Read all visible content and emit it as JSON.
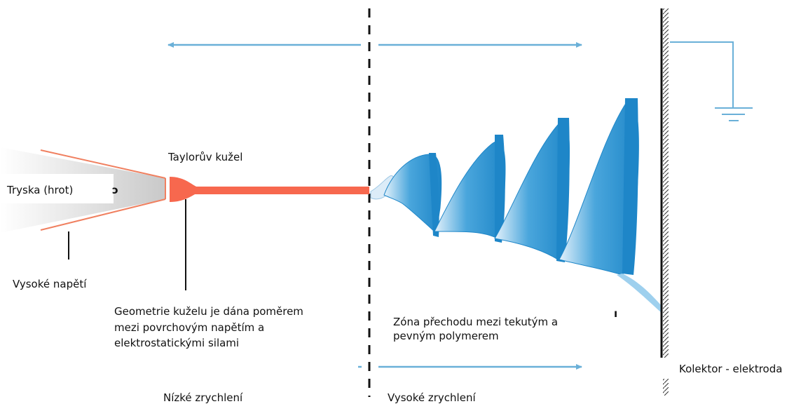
{
  "labels": {
    "nozzle": "Tryska (hrot)",
    "taylor_cone": "Taylorův kužel",
    "high_voltage": "Vysoké napětí",
    "cone_description": [
      "Geometrie kuželu je dána poměrem",
      "mezi povrchovým  napětím a",
      "elektrostatickými silami"
    ],
    "transition_zone": [
      "Zóna přechodu mezi tekutým a",
      "pevným polymerem"
    ],
    "collector": "Kolektor - elektroda",
    "low_acceleration": "Nízké zrychlení",
    "high_acceleration": "Vysoké zrychlení",
    "stray_mark_a": "ɔ",
    "stray_mark_b": "ı"
  },
  "colors": {
    "arrow": "#6ab0d8",
    "jet": "#f7684e",
    "spiral_dark": "#1e86c8",
    "spiral_light": "#d4eaf8",
    "ground": "#6ab0d8",
    "divider": "#111111"
  }
}
